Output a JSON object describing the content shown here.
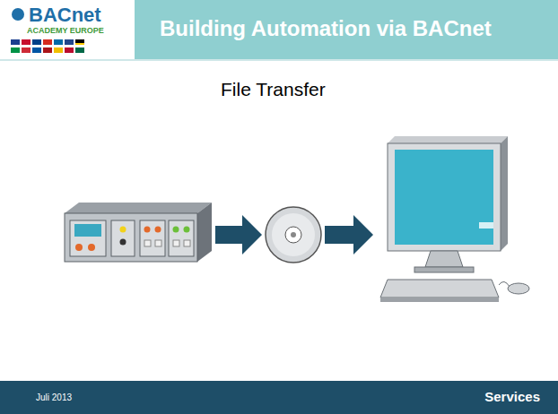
{
  "diagram": {
    "title": "Building Automation via BACnet",
    "labels": [
      "BACnet",
      "ACADEMY EUROPE",
      "File Transfer",
      "Juli 2013",
      "Services"
    ]
  }
}
